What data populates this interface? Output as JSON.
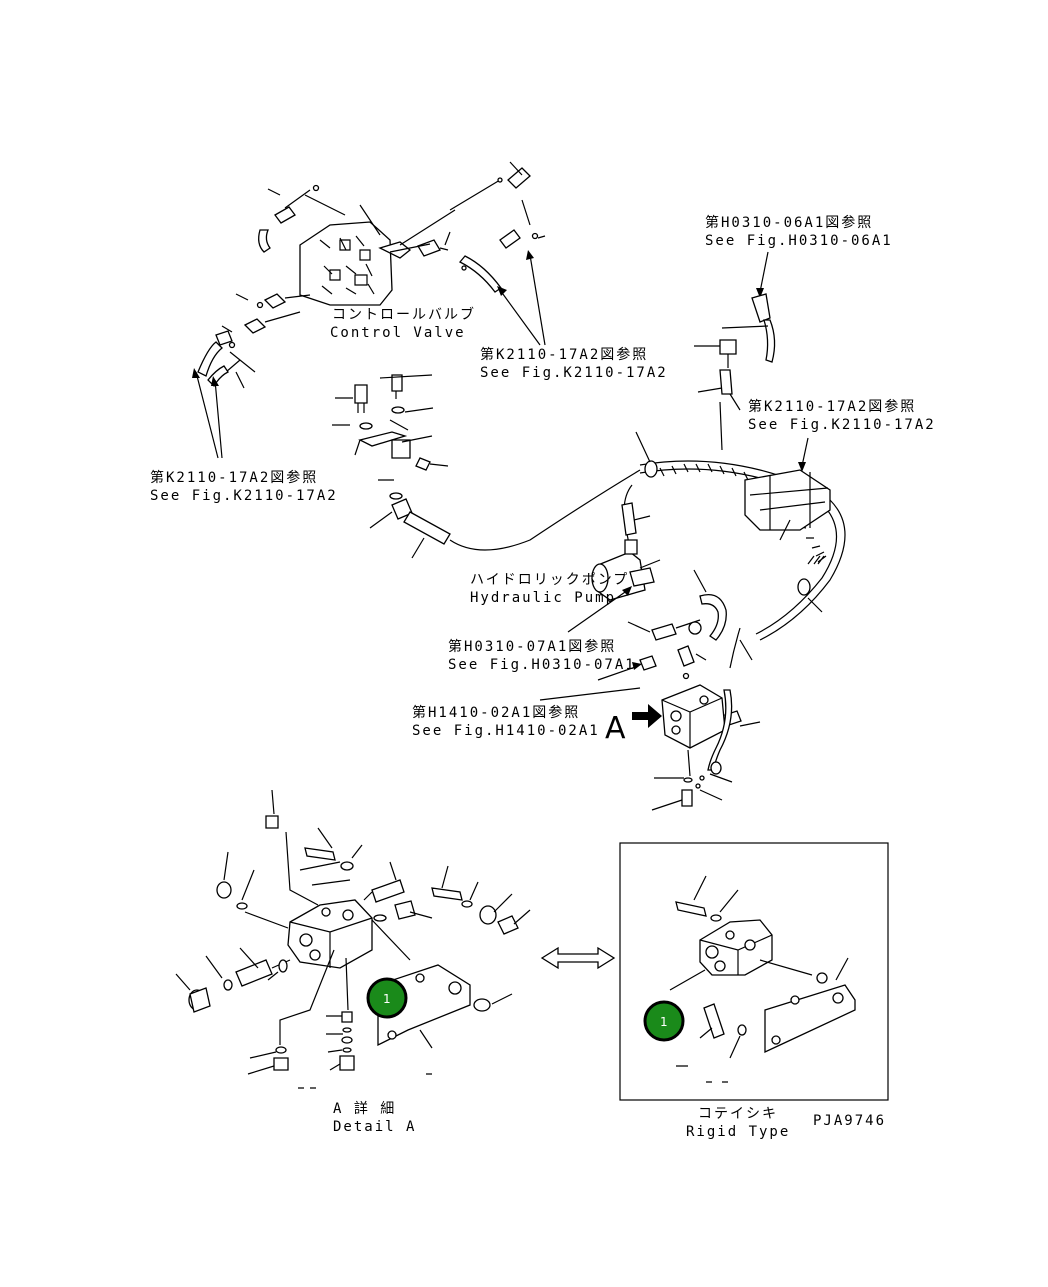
{
  "labels": {
    "control_valve_jp": "コントロールバルブ",
    "control_valve_en": "Control Valve",
    "ref_k2110_top_jp": "第K2110-17A2図参照",
    "ref_k2110_top_en": "See Fig.K2110-17A2",
    "ref_k2110_left_jp": "第K2110-17A2図参照",
    "ref_k2110_left_en": "See Fig.K2110-17A2",
    "ref_k2110_right_jp": "第K2110-17A2図参照",
    "ref_k2110_right_en": "See Fig.K2110-17A2",
    "ref_h0310_06_jp": "第H0310-06A1図参照",
    "ref_h0310_06_en": "See Fig.H0310-06A1",
    "hydraulic_pump_jp": "ハイドロリックポンプ",
    "hydraulic_pump_en": "Hydraulic Pump",
    "ref_h0310_07_jp": "第H0310-07A1図参照",
    "ref_h0310_07_en": "See Fig.H0310-07A1",
    "ref_h1410_jp": "第H1410-02A1図参照",
    "ref_h1410_en": "See Fig.H1410-02A1",
    "view_a": "A",
    "detail_a_jp": "A 詳 細",
    "detail_a_en": "Detail A",
    "rigid_type_jp": "コテイシキ",
    "rigid_type_en": "Rigid Type",
    "drawing_code": "PJA9746"
  },
  "markers": [
    {
      "label": "1"
    },
    {
      "label": "1"
    }
  ],
  "colors": {
    "marker_fill": "#1a8a1a",
    "line": "#000000",
    "background": "#ffffff"
  }
}
